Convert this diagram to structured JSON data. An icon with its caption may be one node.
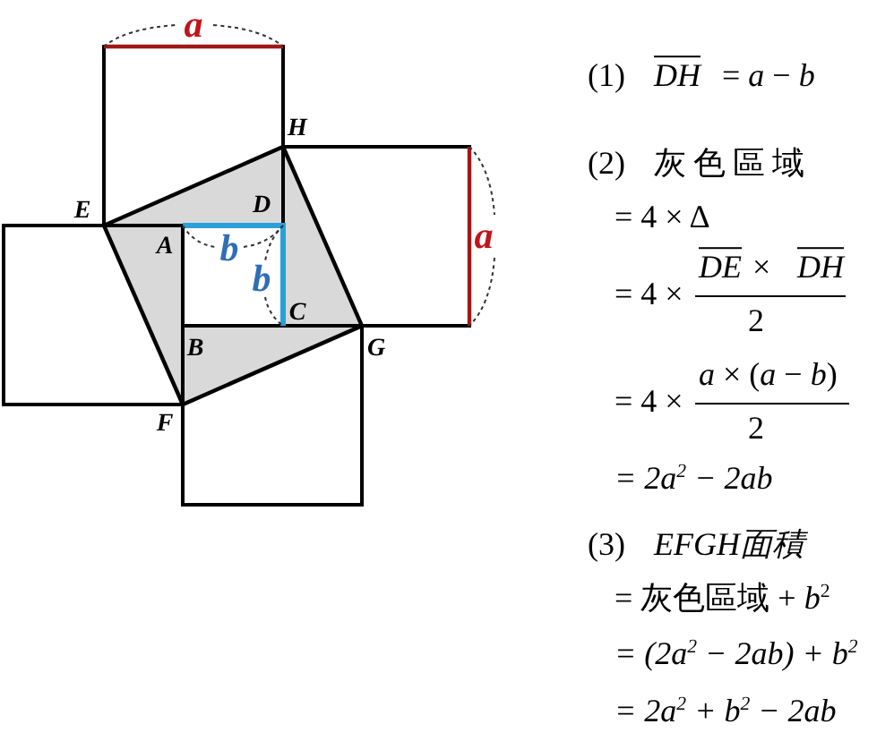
{
  "diagram": {
    "labels": [
      "*a*",
      "*H*",
      "*E*",
      "*D*",
      "*A*",
      "*b*",
      "*b*",
      "*a*",
      "*C*",
      "*B*",
      "*G*",
      "*F*",
      "(1)",
      "*DH*",
      "= *a* − *b*",
      "(2)",
      "灰色區域",
      "= 4 × Δ",
      "= 4 ×",
      "*DE*",
      "×",
      "*DH*",
      "2",
      "= 4 ×",
      "*a* × (*a* − *b*)",
      "2",
      "= 2a$^{2}$ − 2ab",
      "(3)",
      "EFGH面積",
      "= 灰色區域 + *b*$^{2}$",
      "= (2a$^{2}$ − 2ab) + b$^{2}$",
      "= 2a$^{2}$ + b$^{2}$ − 2ab"
    ]
  }
}
